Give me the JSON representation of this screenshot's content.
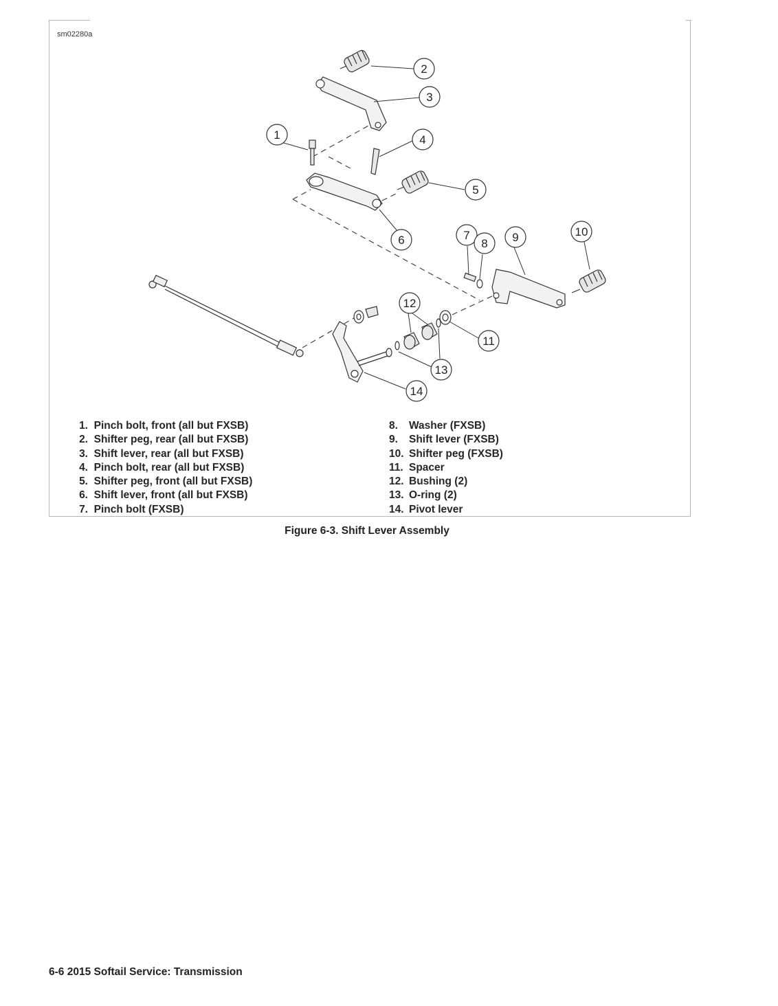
{
  "figure": {
    "ident": "sm02280a",
    "caption": "Figure 6-3. Shift Lever Assembly",
    "callouts": [
      "1",
      "2",
      "3",
      "4",
      "5",
      "6",
      "7",
      "8",
      "9",
      "10",
      "11",
      "12",
      "13",
      "14"
    ]
  },
  "legend": {
    "left": [
      {
        "num": "1.",
        "text": "Pinch bolt, front (all but FXSB)"
      },
      {
        "num": "2.",
        "text": "Shifter peg, rear (all but FXSB)"
      },
      {
        "num": "3.",
        "text": "Shift lever, rear (all but FXSB)"
      },
      {
        "num": "4.",
        "text": "Pinch bolt, rear (all but FXSB)"
      },
      {
        "num": "5.",
        "text": "Shifter peg, front (all but FXSB)"
      },
      {
        "num": "6.",
        "text": "Shift lever, front (all but FXSB)"
      },
      {
        "num": "7.",
        "text": "Pinch bolt (FXSB)"
      }
    ],
    "right": [
      {
        "num": "8.",
        "text": "Washer (FXSB)"
      },
      {
        "num": "9.",
        "text": "Shift lever (FXSB)"
      },
      {
        "num": "10.",
        "text": "Shifter peg (FXSB)"
      },
      {
        "num": "11.",
        "text": "Spacer"
      },
      {
        "num": "12.",
        "text": "Bushing (2)"
      },
      {
        "num": "13.",
        "text": "O-ring (2)"
      },
      {
        "num": "14.",
        "text": "Pivot lever"
      }
    ]
  },
  "footer": {
    "page": "6-6",
    "manual": "2015 Softail Service:",
    "section": "Transmission"
  }
}
